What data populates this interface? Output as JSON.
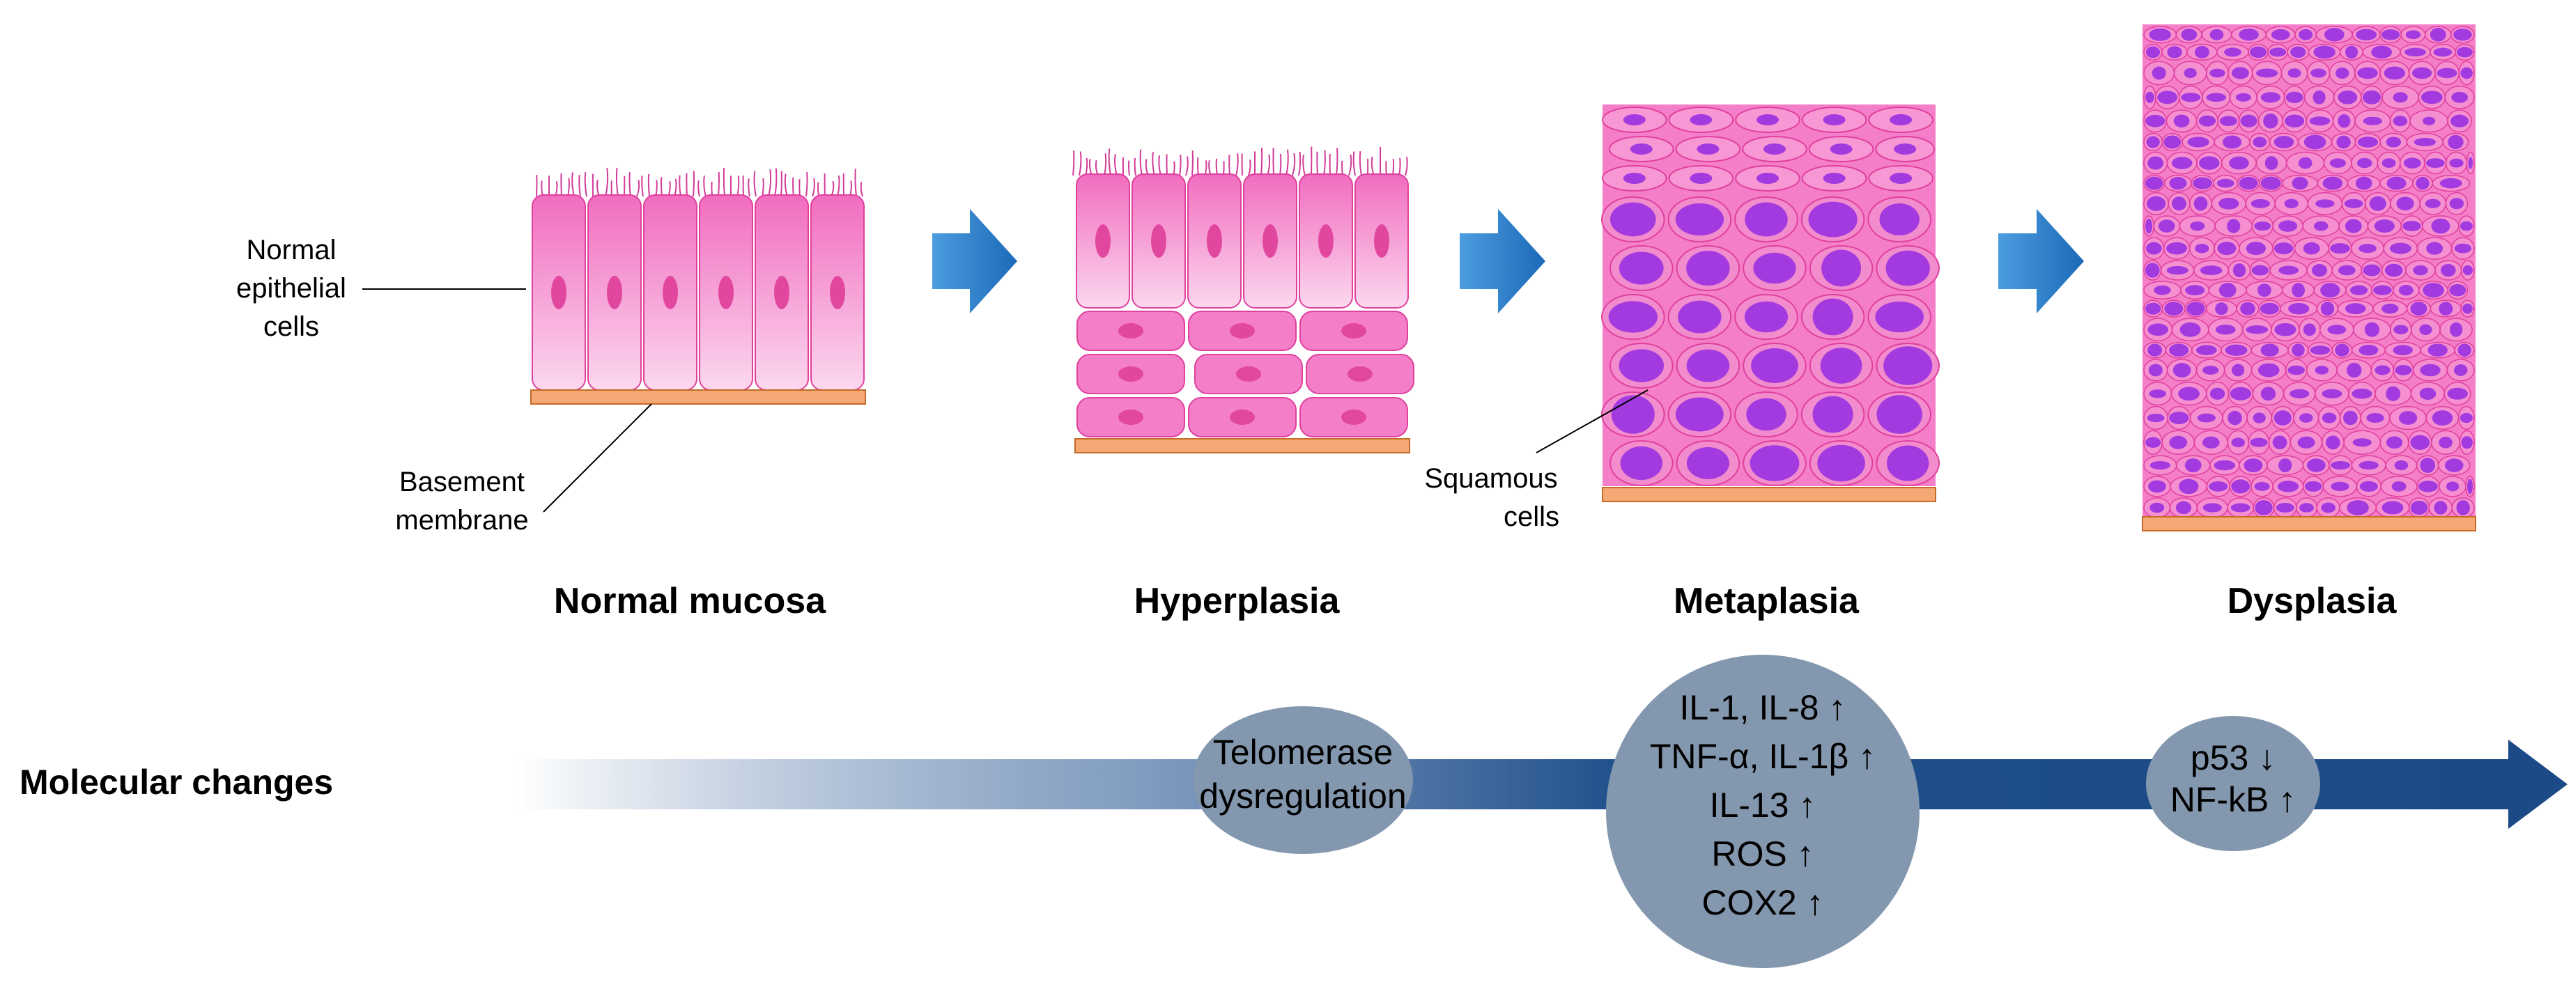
{
  "stages": {
    "normal": {
      "title": "Normal mucosa"
    },
    "hyperplasia": {
      "title": "Hyperplasia"
    },
    "metaplasia": {
      "title": "Metaplasia"
    },
    "dysplasia": {
      "title": "Dysplasia"
    }
  },
  "labels": {
    "epithelial_line1": "Normal",
    "epithelial_line2": "epithelial",
    "epithelial_line3": "cells",
    "basement_line1": "Basement",
    "basement_line2": "membrane",
    "squamous_line1": "Squamous",
    "squamous_line2": "cells"
  },
  "molecular": {
    "title": "Molecular changes",
    "bubble1": [
      "Telomerase",
      "dysregulation"
    ],
    "bubble2": [
      "IL-1, IL-8 ↑",
      "TNF-α, IL-1β ↑",
      "IL-13 ↑",
      "ROS ↑",
      "COX2 ↑"
    ],
    "bubble3": [
      "p53 ↓",
      "NF-kB ↑"
    ]
  },
  "colors": {
    "cell_fill": "#f47fc8",
    "cell_stroke": "#e0409e",
    "nucleus_pink": "#e2479f",
    "nucleus_purple": "#a23ae0",
    "basement": "#f4a874",
    "arrow_blue": "#2d7bc6",
    "bubble": "#8397ae",
    "molecular_arrow": "#1f4f8c"
  },
  "icons": [
    "right-arrow-icon"
  ]
}
